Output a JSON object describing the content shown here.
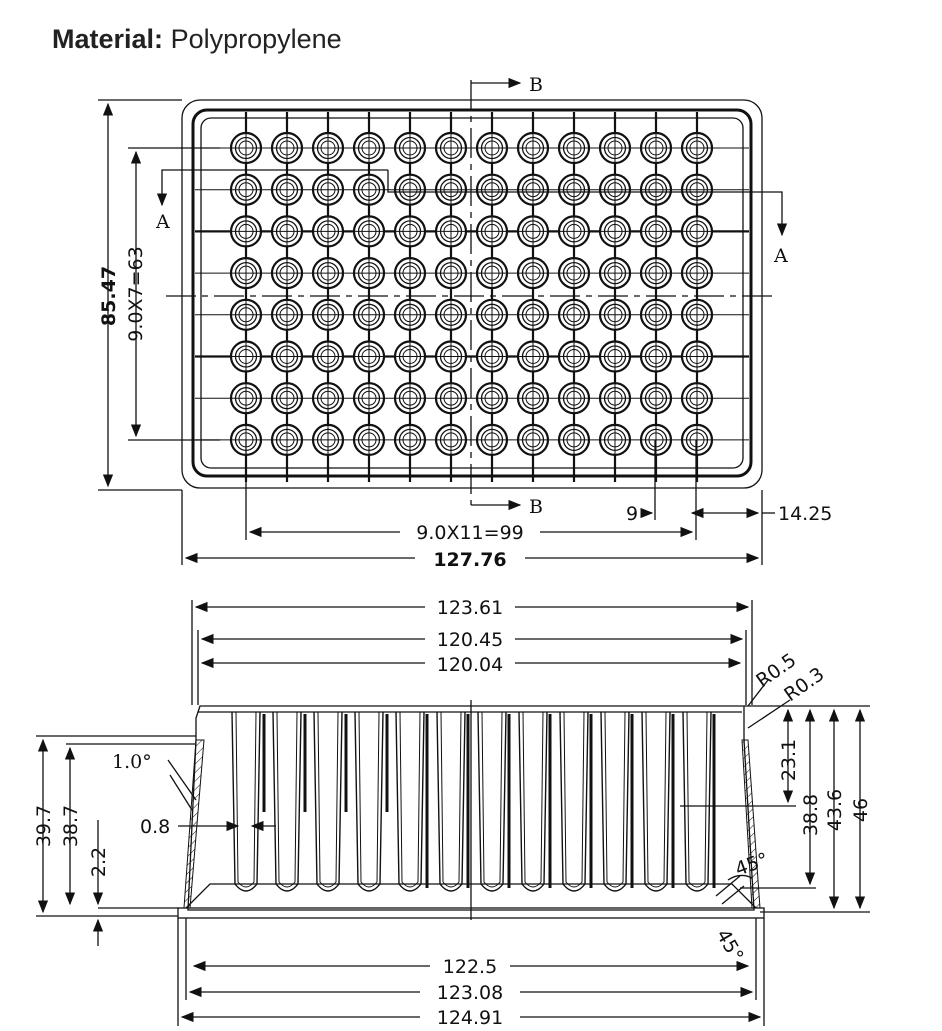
{
  "title": {
    "label": "Material:",
    "value": "Polypropylene"
  },
  "top_view": {
    "rows": 8,
    "cols": 12,
    "section_a": "A",
    "section_b": "B",
    "dims": {
      "height_total": "85.47",
      "row_pitch": "9.0X7=63",
      "col_pitch": "9.0X11=99",
      "width_total": "127.76",
      "pitch": "9",
      "offset": "14.25"
    }
  },
  "side_view": {
    "dims": {
      "top_outer": "123.61",
      "top_mid": "120.45",
      "top_inner": "120.04",
      "r1": "R0.5",
      "r2": "R0.3",
      "draft": "1.0°",
      "wall": "0.8",
      "h_left1": "39.7",
      "h_left2": "38.7",
      "h_left3": "2.2",
      "h_r1": "23.1",
      "h_r2": "38.8",
      "h_r3": "43.6",
      "h_r4": "46",
      "angle1": "45°",
      "angle2": "45°",
      "bot1": "122.5",
      "bot2": "123.08",
      "bot3": "124.91"
    }
  },
  "colors": {
    "ink": "#111111",
    "background": "#ffffff"
  }
}
